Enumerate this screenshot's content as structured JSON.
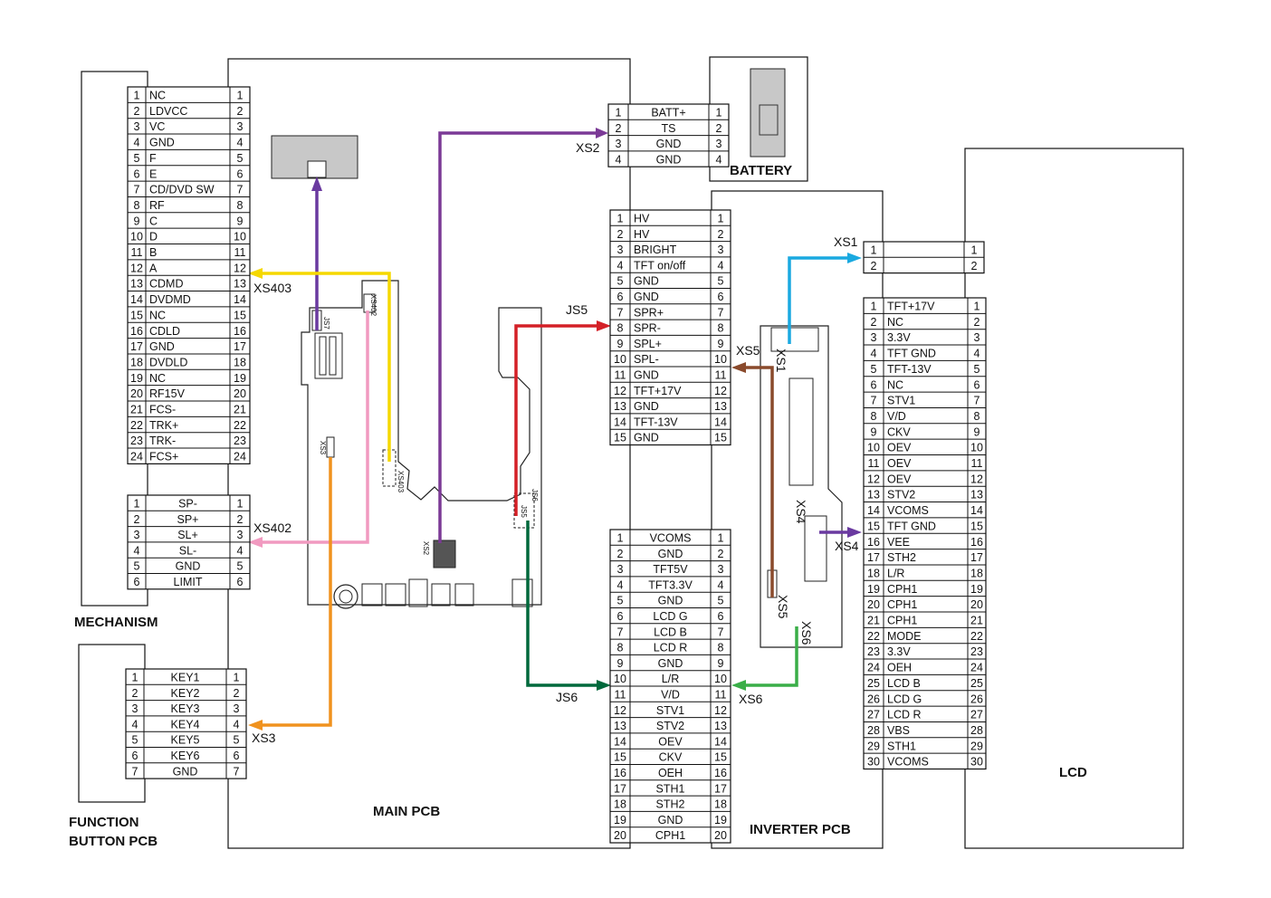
{
  "titles": {
    "mechanism": "MECHANISM",
    "function": "FUNCTION",
    "function2": "BUTTON PCB",
    "main": "MAIN PCB",
    "battery": "BATTERY",
    "inverter": "INVERTER PCB",
    "lcd": "LCD"
  },
  "connector_labels": {
    "xs403": "XS403",
    "xs402": "XS402",
    "xs3": "XS3",
    "xs2": "XS2",
    "js5": "JS5",
    "js6": "JS6",
    "xs5": "XS5",
    "xs6": "XS6",
    "xs1": "XS1",
    "xs4": "XS4"
  },
  "board_labels": {
    "xs402": "XS402",
    "xs403": "XS403",
    "xs3": "XS3",
    "xs2": "XS2",
    "js7": "JS7",
    "js5": "JS5",
    "js6": "JS6",
    "xs1": "XS1",
    "xs4": "XS4",
    "xs5": "XS5",
    "xs6": "XS6"
  },
  "connectors": {
    "mech24": [
      "NC",
      "LDVCC",
      "VC",
      "GND",
      "F",
      "E",
      "CD/DVD SW",
      "RF",
      "C",
      "D",
      "B",
      "A",
      "CDMD",
      "DVDMD",
      "NC",
      "CDLD",
      "GND",
      "DVDLD",
      "NC",
      "RF15V",
      "FCS-",
      "TRK+",
      "TRK-",
      "FCS+"
    ],
    "mech6": [
      "SP-",
      "SP+",
      "SL+",
      "SL-",
      "GND",
      "LIMIT"
    ],
    "key7": [
      "KEY1",
      "KEY2",
      "KEY3",
      "KEY4",
      "KEY5",
      "KEY6",
      "GND"
    ],
    "batt4": [
      "BATT+",
      "TS",
      "GND",
      "GND"
    ],
    "js5": [
      "HV",
      "HV",
      "BRIGHT",
      "TFT on/off",
      "GND",
      "GND",
      "SPR+",
      "SPR-",
      "SPL+",
      "SPL-",
      "GND",
      "TFT+17V",
      "GND",
      "TFT-13V",
      "GND"
    ],
    "js6": [
      "VCOMS",
      "GND",
      "TFT5V",
      "TFT3.3V",
      "GND",
      "LCD G",
      "LCD B",
      "LCD R",
      "GND",
      "L/R",
      "V/D",
      "STV1",
      "STV2",
      "OEV",
      "CKV",
      "OEH",
      "STH1",
      "STH2",
      "GND",
      "CPH1"
    ],
    "xs1": [
      "",
      ""
    ],
    "lcd30": [
      "TFT+17V",
      "NC",
      "3.3V",
      "TFT GND",
      "TFT-13V",
      "NC",
      "STV1",
      "V/D",
      "CKV",
      "OEV",
      "OEV",
      "OEV",
      "STV2",
      "VCOMS",
      "TFT GND",
      "VEE",
      "STH2",
      "L/R",
      "CPH1",
      "CPH1",
      "CPH1",
      "MODE",
      "3.3V",
      "OEH",
      "LCD B",
      "LCD G",
      "LCD R",
      "VBS",
      "STH1",
      "VCOMS"
    ]
  },
  "colors": {
    "purple": "#7b3a96",
    "yellow": "#f5d800",
    "pink": "#f19ac0",
    "orange": "#f0921e",
    "red": "#d42027",
    "green_dark": "#00693c",
    "green": "#3aae48",
    "brown": "#8a4a2c",
    "blue": "#1aa9e0",
    "violet": "#6a3aa0"
  }
}
